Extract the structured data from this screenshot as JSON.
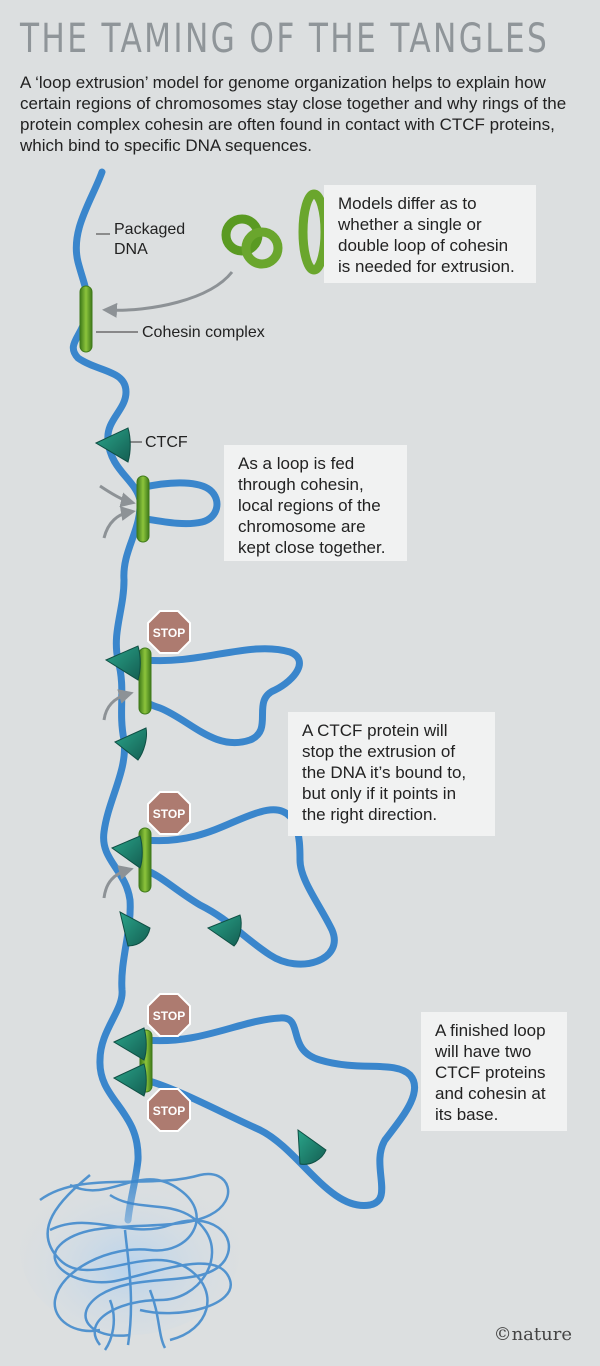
{
  "title": "THE TAMING OF THE TANGLES",
  "intro": "A ‘loop extrusion’ model for genome organization helps to explain how certain regions of chromosomes stay close together and why rings of the protein complex cohesin are often found in contact with CTCF proteins, which bind to specific DNA sequences.",
  "labels": {
    "packaged_dna": "Packaged DNA",
    "cohesin_complex": "Cohesin complex",
    "ctcf": "CTCF"
  },
  "boxes": {
    "models": "Models differ as to whether a single or double loop of cohesin is needed for extrusion.",
    "loop_fed": "As a loop is fed through cohesin, local regions of the chromosome are kept close together.",
    "ctcf_stop": "A CTCF protein will stop the extrusion of the DNA it’s bound to, but only if it points in the right direction.",
    "finished": "A finished loop will have two CTCF proteins and cohesin at its base."
  },
  "stop_sign_text": "STOP",
  "credit": "©nature",
  "colors": {
    "dna": "#3a86cc",
    "cohesin": "#6aa62d",
    "ctcf": "#1f8f7a",
    "stop": "#b07a6e"
  }
}
